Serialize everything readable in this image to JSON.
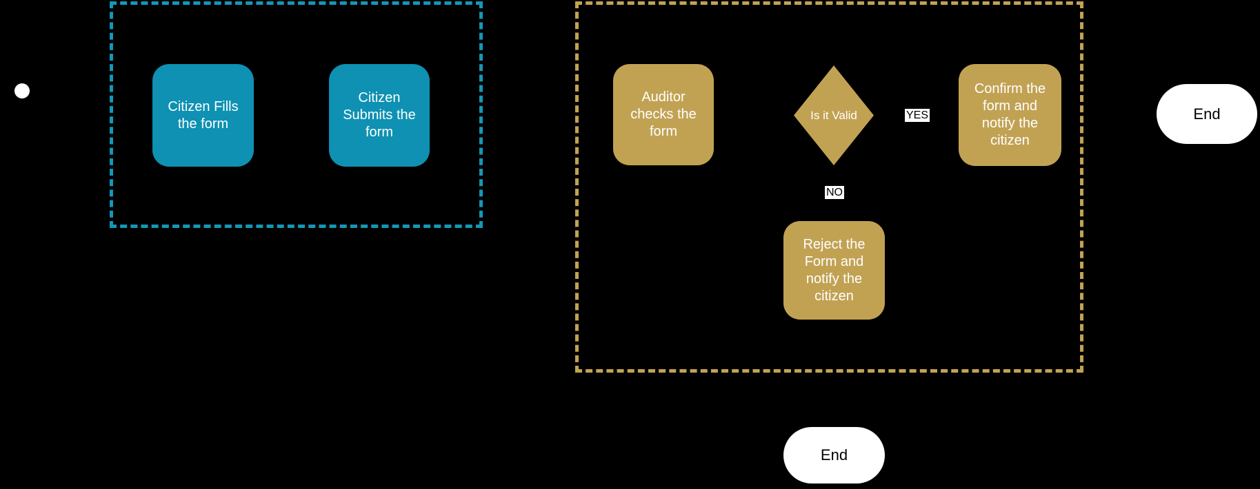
{
  "canvas": {
    "background": "#000000"
  },
  "colors": {
    "citizen_task_fill": "#0e91b2",
    "citizen_lane_border": "#1497b8",
    "auditor_task_fill": "#c1a253",
    "auditor_lane_border": "#c2a254",
    "end_node_fill": "#ffffff",
    "start_node_fill": "#ffffff",
    "edge_label_bg": "#ffffff",
    "edge_label_text": "#000000",
    "task_text": "#ffffff"
  },
  "nodes": {
    "citizen_fills": {
      "label": "Citizen Fills the form"
    },
    "citizen_submits": {
      "label": "Citizen Submits the form"
    },
    "auditor_checks": {
      "label": "Auditor checks the form"
    },
    "decision": {
      "label": "Is it Valid"
    },
    "confirm": {
      "label": "Confirm the form and notify the citizen"
    },
    "reject": {
      "label": "Reject the Form and notify the citizen"
    },
    "end_right": {
      "label": "End"
    },
    "end_bottom": {
      "label": "End"
    }
  },
  "edge_labels": {
    "yes": "YES",
    "no": "NO"
  }
}
